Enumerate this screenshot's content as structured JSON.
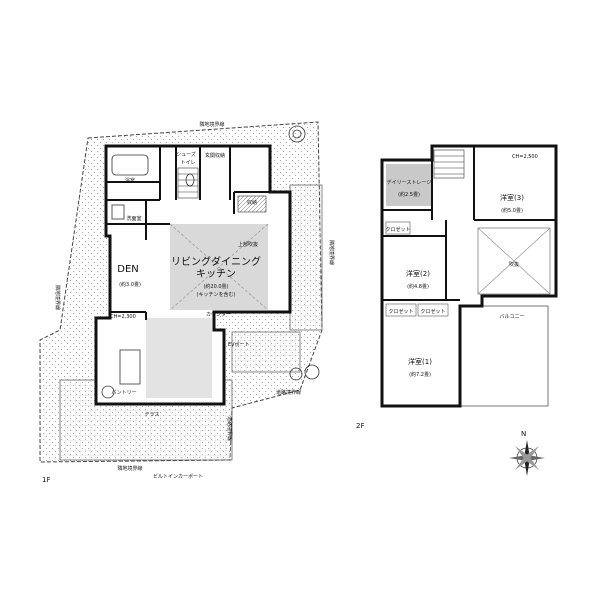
{
  "floors": {
    "first": {
      "label": "1F",
      "rooms": {
        "living": "リビングダイニング",
        "kitchen": "キッチン",
        "living_area": "(約20.0畳)",
        "living_note": "(キッチンを含む)",
        "den": "DEN",
        "den_area": "(約3.0畳)",
        "bath": "浴室",
        "toilet": "トイレ",
        "washroom": "洗面室",
        "storage_top": "玄関収納",
        "storage_small": "収納",
        "pantry": "パントリー",
        "terrace": "テラス",
        "shoes": "シューズ",
        "ceiling_note": "上部吹抜",
        "ch_note": "CH=2,300",
        "counter": "カウンター",
        "ev": "EVポート"
      },
      "boundaries": {
        "top": "隣地境界線",
        "left": "隣地境界線",
        "right": "隣地境界線",
        "bottom": "隣地境界線",
        "road": "道路境界線",
        "builtin": "ビルトインカーポート"
      }
    },
    "second": {
      "label": "2F",
      "rooms": {
        "western3": "洋室(3)",
        "western3_area": "(約5.0畳)",
        "western2": "洋室(2)",
        "western2_area": "(約4.8畳)",
        "western1": "洋室(1)",
        "western1_area": "(約7.2畳)",
        "storage_daily": "デイリーストレージ",
        "storage_daily_area": "(約2.5畳)",
        "closet": "クロゼット",
        "void": "吹抜",
        "balcony": "バルコニー",
        "ch": "CH=2,500"
      }
    }
  },
  "compass": {
    "north": "N"
  }
}
